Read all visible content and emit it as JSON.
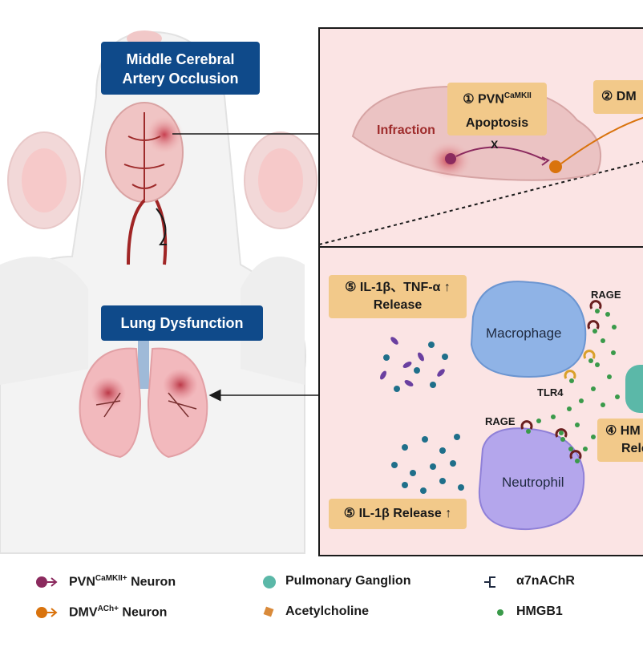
{
  "labels": {
    "mcao": [
      "Middle Cerebral",
      "Artery Occlusion"
    ],
    "lung_dysfunction": "Lung Dysfunction",
    "infraction": "Infraction",
    "box1_num": "①",
    "box1_main": "PVN",
    "box1_sup": "CaMKII",
    "box1_line2": "Apoptosis",
    "box2": "② DM",
    "x_mark": "X",
    "box5a_line1": "⑤ IL-1β、TNF-α",
    "box5a_line2": "Release",
    "box5a_arrow": "↑",
    "box5b": "⑤ IL-1β Release",
    "box5b_arrow": "↑",
    "box4_line1": "④ HM",
    "box4_line2": "Rele",
    "macrophage": "Macrophage",
    "neutrophil": "Neutrophil",
    "rage_top": "RAGE",
    "rage_mid": "RAGE",
    "tlr4": "TLR4"
  },
  "legend": [
    {
      "icon": "pvn-neuron-icon",
      "main": "PVN",
      "sup": "CaMKII+",
      "rest": " Neuron",
      "color": "#8b2a5e"
    },
    {
      "icon": "dmv-neuron-icon",
      "main": "DMV",
      "sup": "ACh+",
      "rest": " Neuron",
      "color": "#d9730d"
    },
    {
      "icon": "pulmonary-ganglion-icon",
      "main": "Pulmonary Ganglion",
      "sup": "",
      "rest": "",
      "color": "#5bb8a8"
    },
    {
      "icon": "acetylcholine-icon",
      "main": "Acetylcholine",
      "sup": "",
      "rest": "",
      "color": "#d98a3a"
    },
    {
      "icon": "a7nachr-icon",
      "main": "α7nAChR",
      "sup": "",
      "rest": "",
      "color": "#1f2a40"
    },
    {
      "icon": "hmgb1-icon",
      "main": "HMGB1",
      "sup": "",
      "rest": "",
      "color": "#3a9a4a"
    }
  ],
  "colors": {
    "label_blue": "#0f4a8a",
    "box_tan": "#f2c98a",
    "panel_pink": "#fbe4e4",
    "macrophage": "#8fb3e6",
    "neutrophil": "#b4a6ec",
    "pvn": "#8b2a5e",
    "dmv": "#d9730d",
    "hmgb1": "#3a9a4a",
    "cytokine_teal": "#1f6f8a",
    "cytokine_purple": "#6a3fa0"
  }
}
